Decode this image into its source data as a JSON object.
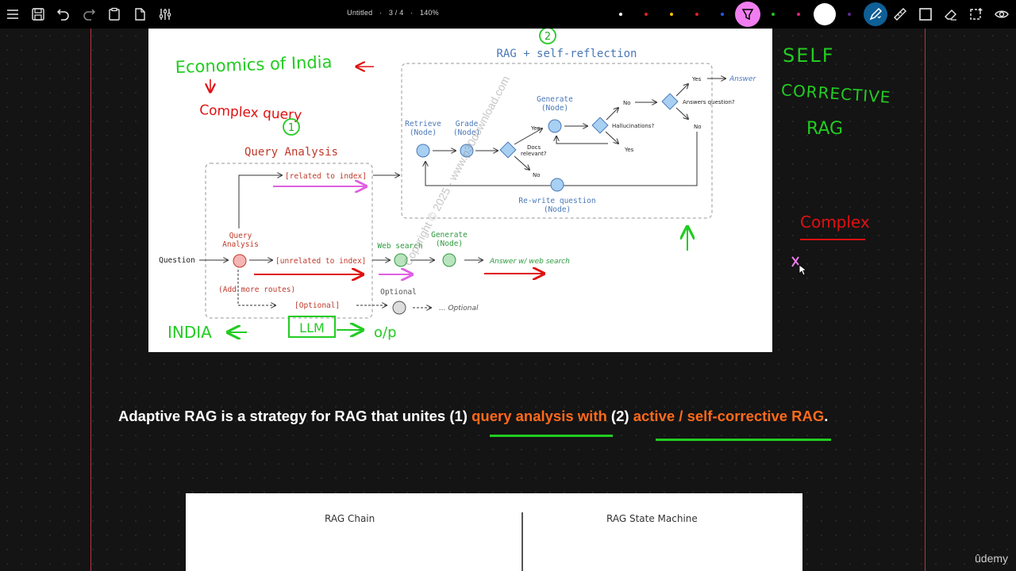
{
  "toolbar": {
    "title": "Untitled",
    "separator": "·",
    "page": "3 / 4",
    "zoom": "140%",
    "icons": [
      "menu-icon",
      "save-icon",
      "undo-icon",
      "redo-icon",
      "paste-icon",
      "new-page-icon",
      "settings-sliders-icon",
      "highlighter-icon",
      "pen-icon",
      "ruler-icon",
      "shape-icon",
      "eraser-icon",
      "select-icon",
      "view-icon"
    ],
    "pen_colors": [
      "#ffffff",
      "#e02020",
      "#f5c400",
      "#e02020",
      "#2a55e8",
      "#20c020",
      "#e0207a",
      "#5a2a8a"
    ]
  },
  "slide1": {
    "rag_title": "RAG + self-reflection",
    "qa_title": "Query Analysis",
    "nodes": {
      "retrieve": "Retrieve",
      "grade": "Grade",
      "generate": "Generate",
      "node": "(Node)",
      "rewrite": "Re-write question",
      "qa_node_1": "Query",
      "qa_node_2": "Analysis",
      "web_search": "Web search",
      "optional": "Optional"
    },
    "labels": {
      "yes": "Yes",
      "no": "No",
      "answer": "Answer",
      "answers_question": "Answers question?",
      "hallucinations": "Hallucinations?",
      "docs_relevant_1": "Docs",
      "docs_relevant_2": "relevant?",
      "question": "Question",
      "related": "[related to index]",
      "unrelated": "[unrelated to index]",
      "add_routes": "(Add more routes)",
      "optional_route": "[Optional]",
      "answer_web": "Answer w/ web search",
      "optional_tail": "... Optional"
    },
    "annotations": {
      "economics": "Economics of India",
      "complex_query": "Complex query",
      "circle_1": "1",
      "circle_2": "2",
      "india": "INDIA",
      "llm": "LLM",
      "op": "o/p"
    }
  },
  "side_notes": {
    "self": "SELF",
    "corrective": "CORRECTIVE",
    "rag": "RAG",
    "complex": "Complex"
  },
  "caption": {
    "part1": "Adaptive RAG is a strategy for RAG that unites (1) ",
    "part2": "query analysis with",
    "part3": " (2) ",
    "part4": "active / self-corrective RAG",
    "part5": "."
  },
  "slide2": {
    "left_title": "RAG Chain",
    "right_title": "RAG State Machine"
  },
  "watermark": "Copyright © 2025 - www.p30download.com",
  "brand": "ûdemy"
}
